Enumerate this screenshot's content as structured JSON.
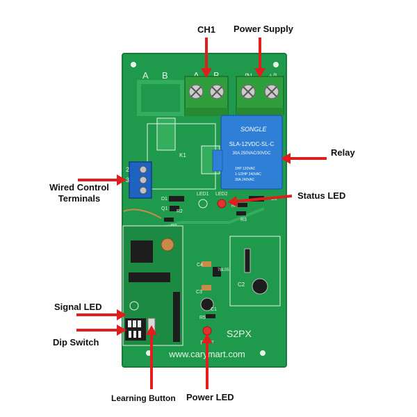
{
  "colors": {
    "board": "#1f9a4c",
    "board_edge": "#157a3a",
    "silk": "#e8f3e8",
    "trace": "#34ad5c",
    "terminal_green": "#2f9e3c",
    "terminal_blue": "#1e63c2",
    "relay_blue": "#2f7fd6",
    "arrow_red": "#e11e1e",
    "led_red": "#e53030",
    "ic_dark": "#1d1d1d"
  },
  "callouts": {
    "ch1": "CH1",
    "power_supply": "Power Supply",
    "relay": "Relay",
    "wired_control_line1": "Wired Control",
    "wired_control_line2": "Terminals",
    "status_led": "Status LED",
    "signal_led": "Signal LED",
    "dip_switch": "Dip Switch",
    "learning_button": "Learning Button",
    "power_led": "Power LED"
  },
  "board_labels": {
    "a_left": "A",
    "b_left": "B",
    "a_term": "A",
    "b_term": "B",
    "n_term": "-/N",
    "l_term": "+/L",
    "relay_brand": "SONGLE",
    "relay_model": "SLA-12VDC-SL-C",
    "relay_rating1": "30A  250VAC/30VDC",
    "relay_rating2": "1HP 120VAC",
    "relay_rating3": "1-1/2HP 240VAC",
    "relay_rating4": "30A  240VAC",
    "led1": "LED1",
    "led2": "LED2",
    "d1": "D1",
    "d2": "D2",
    "q1": "Q1",
    "r1": "R1",
    "r2": "R2",
    "r3": "R3",
    "r4": "R4",
    "r5": "R5",
    "k1": "K1",
    "c1": "C1",
    "c2": "C2",
    "c3": "C3",
    "c4": "C4",
    "reg": "78L05",
    "t3": "3",
    "t2": "2",
    "model": "S2PX",
    "power": "power",
    "website": "www.carymart.com"
  }
}
